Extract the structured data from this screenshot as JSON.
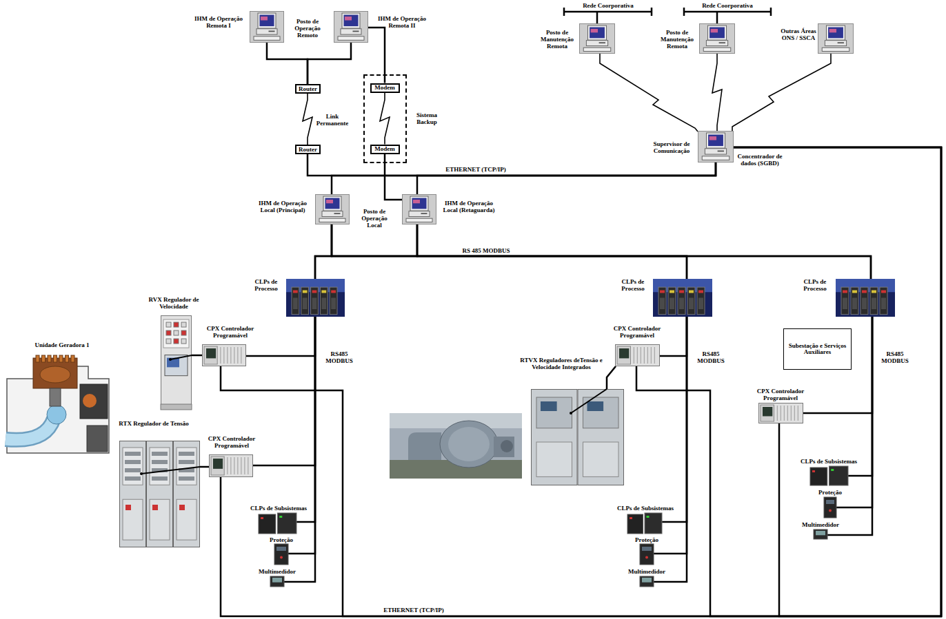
{
  "diagram": {
    "nodes": [
      {
        "text": [
          "IHM de Operação Remota I"
        ]
      },
      {
        "text": [
          "IHM de Operação Remota II"
        ]
      },
      {
        "text": [
          "Router"
        ]
      },
      {
        "text": [
          "Router"
        ]
      },
      {
        "text": [
          "Sistema Backup"
        ]
      },
      {
        "text": [
          "Modem"
        ],
        "in": 4
      },
      {
        "text": [
          "Modem"
        ],
        "in": 4
      },
      {
        "text": [
          "Posto de Manutenção Remota"
        ]
      },
      {
        "text": [
          "Posto de Manutenção Remota"
        ]
      },
      {
        "text": [
          "Outras Áreas ONS / SSCA"
        ]
      },
      {
        "text": [
          "Supervisor de Comunicação",
          "Concentrador de dados (SGBD)"
        ]
      },
      {
        "text": [
          "IHM de Operação Local (Principal)"
        ]
      },
      {
        "text": [
          "IHM de Operação Local (Retaguarda)"
        ]
      },
      {
        "text": [
          "CLPs de Processo"
        ]
      },
      {
        "text": [
          "RVX Regulador de Velocidade"
        ]
      },
      {
        "text": [
          "CPX Controlador Programável"
        ]
      },
      {
        "text": [
          "Unidade Geradora 1"
        ]
      },
      {
        "text": [
          "RTX Regulador de Tensão"
        ]
      },
      {
        "text": [
          "CPX Controlador Programável"
        ]
      },
      {
        "text": [
          "CLPs de Subsistemas"
        ]
      },
      {
        "text": [
          "Proteção"
        ]
      },
      {
        "text": [
          "Multimedidor"
        ]
      },
      {
        "text": [
          "CLPs de Processo"
        ]
      },
      {
        "text": [
          "CPX Controlador Programável"
        ]
      },
      {
        "text": [
          "RTVX Reguladores deTensão e Velocidade Integrados"
        ]
      },
      {
        "text": [
          "CLPs de Subsistemas"
        ]
      },
      {
        "text": [
          "Proteção"
        ]
      },
      {
        "text": [
          "Multimedidor"
        ]
      },
      {
        "text": [
          "CLPs de Processo"
        ]
      },
      {
        "text": [
          "Subestação e Serviços Auxiliares"
        ]
      },
      {
        "text": [
          "CPX Controlador Programável"
        ]
      },
      {
        "text": [
          "CLPs de Subsistemas"
        ]
      },
      {
        "text": [
          "Proteção"
        ]
      },
      {
        "text": [
          "Multimedidor"
        ]
      }
    ],
    "edges": [
      {
        "from": 0,
        "to": 2,
        "arrow": "none"
      },
      {
        "from": 1,
        "to": 2,
        "arrow": "none"
      },
      {
        "from": 2,
        "to": 3,
        "arrow": "none"
      },
      {
        "from": 1,
        "to": 5,
        "arrow": "none"
      },
      {
        "from": 5,
        "to": 6,
        "arrow": "none"
      },
      {
        "from": 6,
        "to": 12,
        "arrow": "none"
      },
      {
        "from": 3,
        "to": 10,
        "arrow": "none"
      },
      {
        "from": 11,
        "to": 10,
        "arrow": "none"
      },
      {
        "from": 12,
        "to": 10,
        "arrow": "none"
      },
      {
        "from": 7,
        "to": 10,
        "arrow": "none"
      },
      {
        "from": 8,
        "to": 10,
        "arrow": "none"
      },
      {
        "from": 9,
        "to": 10,
        "arrow": "none"
      },
      {
        "from": 11,
        "to": 13,
        "arrow": "none"
      },
      {
        "from": 11,
        "to": 22,
        "arrow": "none"
      },
      {
        "from": 11,
        "to": 28,
        "arrow": "none"
      },
      {
        "from": 12,
        "to": 13,
        "arrow": "none"
      },
      {
        "from": 12,
        "to": 22,
        "arrow": "none"
      },
      {
        "from": 12,
        "to": 28,
        "arrow": "none"
      },
      {
        "from": 13,
        "to": 15,
        "arrow": "none"
      },
      {
        "from": 13,
        "to": 18,
        "arrow": "none"
      },
      {
        "from": 13,
        "to": 19,
        "arrow": "none"
      },
      {
        "from": 13,
        "to": 20,
        "arrow": "none"
      },
      {
        "from": 13,
        "to": 21,
        "arrow": "none"
      },
      {
        "from": 14,
        "to": 15,
        "arrow": "none"
      },
      {
        "from": 17,
        "to": 18,
        "arrow": "none"
      },
      {
        "from": 15,
        "to": 10,
        "arrow": "none"
      },
      {
        "from": 18,
        "to": 10,
        "arrow": "none"
      },
      {
        "from": 23,
        "to": 10,
        "arrow": "none"
      },
      {
        "from": 30,
        "to": 10,
        "arrow": "none"
      },
      {
        "from": 22,
        "to": 23,
        "arrow": "none"
      },
      {
        "from": 22,
        "to": 25,
        "arrow": "none"
      },
      {
        "from": 22,
        "to": 26,
        "arrow": "none"
      },
      {
        "from": 22,
        "to": 27,
        "arrow": "none"
      },
      {
        "from": 23,
        "to": 24,
        "arrow": "none"
      },
      {
        "from": 28,
        "to": 30,
        "arrow": "none"
      },
      {
        "from": 28,
        "to": 31,
        "arrow": "none"
      },
      {
        "from": 28,
        "to": 32,
        "arrow": "none"
      },
      {
        "from": 28,
        "to": 33,
        "arrow": "none"
      }
    ],
    "labels": [
      "Posto de Operação Remoto",
      "Link Permanente",
      "Rede Coorporativa",
      "Rede Coorporativa",
      "ETHERNET (TCP/IP)",
      "Posto de Operação Local",
      "RS 485 MODBUS",
      "RS485 MODBUS",
      "RS485 MODBUS",
      "RS485 MODBUS",
      "ETHERNET (TCP/IP)"
    ]
  }
}
